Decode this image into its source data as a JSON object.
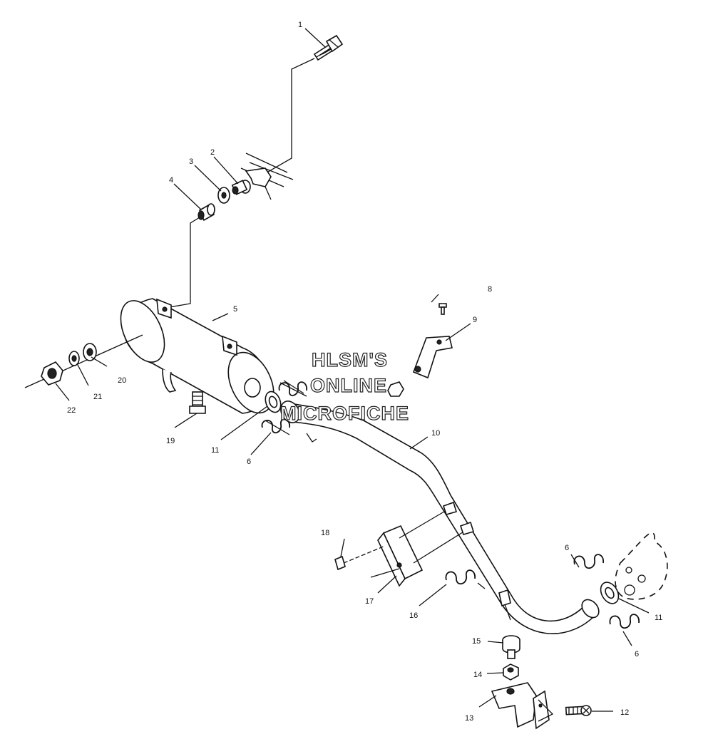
{
  "watermark": {
    "line1": "HLSM'S",
    "line2": "ONLINE",
    "line3": "MICROFICHE"
  },
  "callouts": {
    "c1": "1",
    "c2": "2",
    "c3": "3",
    "c4": "4",
    "c5": "5",
    "c6a": "6",
    "c6b": "6",
    "c6c": "6",
    "c8": "8",
    "c9": "9",
    "c10": "10",
    "c11a": "11",
    "c11b": "11",
    "c12": "12",
    "c13": "13",
    "c14": "14",
    "c15": "15",
    "c16": "16",
    "c17": "17",
    "c18": "18",
    "c19": "19",
    "c20": "20",
    "c21": "21",
    "c22": "22"
  }
}
